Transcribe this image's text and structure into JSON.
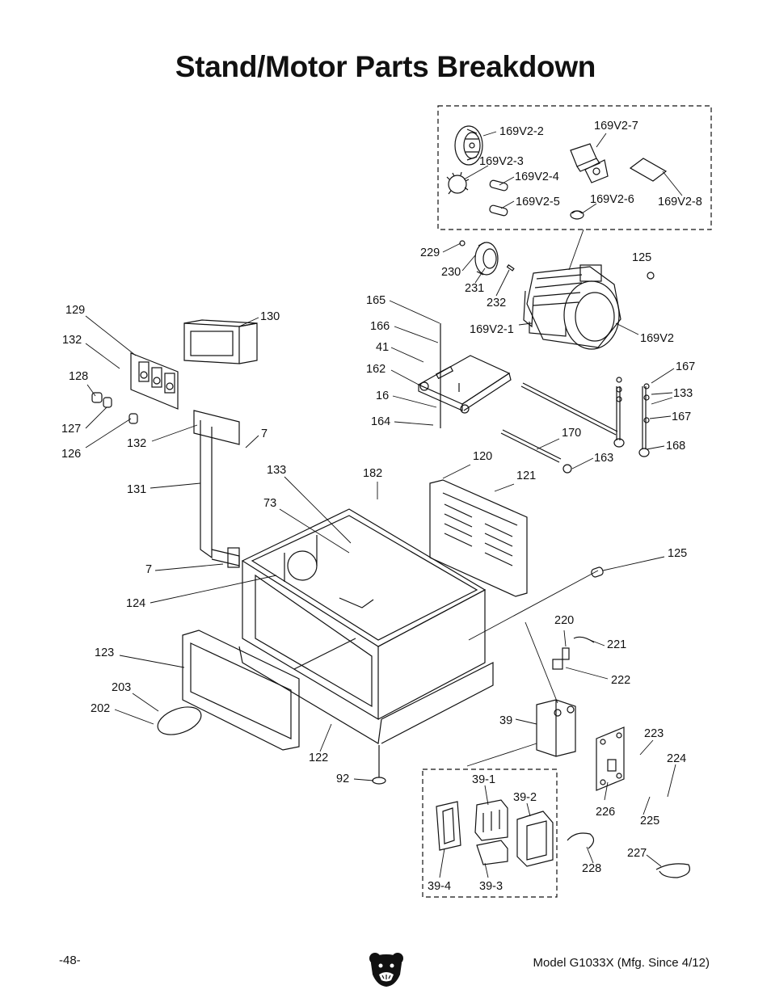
{
  "title": "Stand/Motor Parts Breakdown",
  "footer": {
    "page": "-48-",
    "model": "Model G1033X (Mfg. Since 4/12)"
  },
  "logo_icon": "bear-head-icon",
  "callouts": {
    "p169V2_2": "169V2-2",
    "p169V2_7": "169V2-7",
    "p169V2_3": "169V2-3",
    "p169V2_4": "169V2-4",
    "p169V2_5": "169V2-5",
    "p169V2_6": "169V2-6",
    "p169V2_8": "169V2-8",
    "p229": "229",
    "p230": "230",
    "p231": "231",
    "p232": "232",
    "p125a": "125",
    "p169V2_1": "169V2-1",
    "p169V2": "169V2",
    "p165": "165",
    "p166": "166",
    "p41": "41",
    "p162": "162",
    "p16": "16",
    "p164": "164",
    "p167a": "167",
    "p133a": "133",
    "p167b": "167",
    "p168": "168",
    "p170": "170",
    "p163": "163",
    "p129": "129",
    "p130": "130",
    "p132a": "132",
    "p128": "128",
    "p127": "127",
    "p126": "126",
    "p132b": "132",
    "p7a": "7",
    "p131": "131",
    "p7b": "7",
    "p133b": "133",
    "p73": "73",
    "p182": "182",
    "p120": "120",
    "p121": "121",
    "p125b": "125",
    "p124": "124",
    "p123": "123",
    "p203": "203",
    "p202": "202",
    "p122": "122",
    "p92": "92",
    "p220": "220",
    "p221": "221",
    "p222": "222",
    "p39": "39",
    "p223": "223",
    "p224": "224",
    "p226": "226",
    "p225": "225",
    "p39_1": "39-1",
    "p39_2": "39-2",
    "p39_4": "39-4",
    "p39_3": "39-3",
    "p228": "228",
    "p227": "227"
  }
}
